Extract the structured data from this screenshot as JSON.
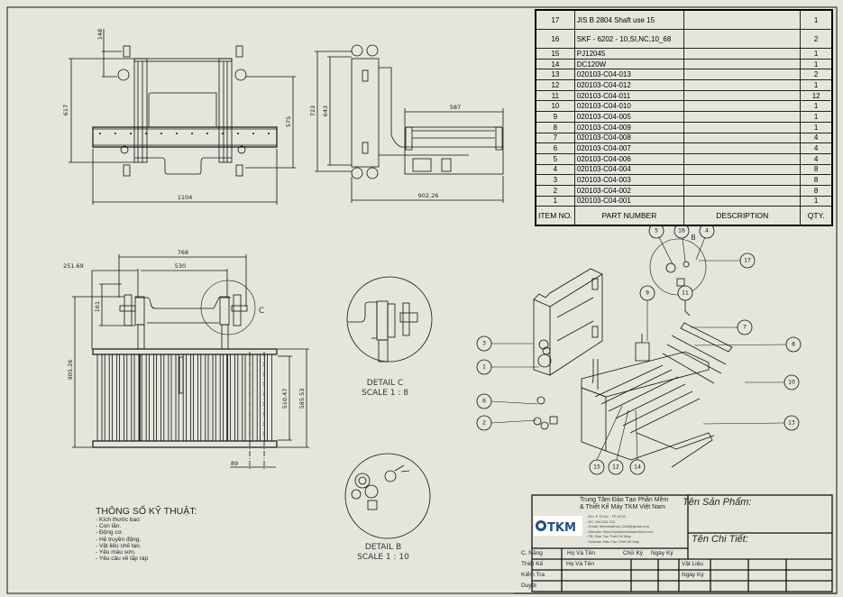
{
  "bom": {
    "headers": {
      "item": "ITEM NO.",
      "part": "PART NUMBER",
      "description": "DESCRIPTION",
      "qty": "QTY."
    },
    "rows": [
      {
        "item": "17",
        "part": "JIS B 2804 Shaft use 15",
        "description": "",
        "qty": "1"
      },
      {
        "item": "16",
        "part": "SKF - 6202 - 10,SI,NC,10_68",
        "description": "",
        "qty": "2"
      },
      {
        "item": "15",
        "part": "PJ12045",
        "description": "",
        "qty": "1"
      },
      {
        "item": "14",
        "part": "DC120W",
        "description": "",
        "qty": "1"
      },
      {
        "item": "13",
        "part": "020103-C04-013",
        "description": "",
        "qty": "2"
      },
      {
        "item": "12",
        "part": "020103-C04-012",
        "description": "",
        "qty": "1"
      },
      {
        "item": "11",
        "part": "020103-C04-011",
        "description": "",
        "qty": "12"
      },
      {
        "item": "10",
        "part": "020103-C04-010",
        "description": "",
        "qty": "1"
      },
      {
        "item": "9",
        "part": "020103-C04-005",
        "description": "",
        "qty": "1"
      },
      {
        "item": "8",
        "part": "020103-C04-009",
        "description": "",
        "qty": "1"
      },
      {
        "item": "7",
        "part": "020103-C04-008",
        "description": "",
        "qty": "4"
      },
      {
        "item": "6",
        "part": "020103-C04-007",
        "description": "",
        "qty": "4"
      },
      {
        "item": "5",
        "part": "020103-C04-006",
        "description": "",
        "qty": "4"
      },
      {
        "item": "4",
        "part": "020103-C04-004",
        "description": "",
        "qty": "8"
      },
      {
        "item": "3",
        "part": "020103-C04-003",
        "description": "",
        "qty": "8"
      },
      {
        "item": "2",
        "part": "020103-C04-002",
        "description": "",
        "qty": "8"
      },
      {
        "item": "1",
        "part": "020103-C04-001",
        "description": "",
        "qty": "1"
      }
    ]
  },
  "dimensions": {
    "front": {
      "width": "1104",
      "height": "617",
      "offset": "148",
      "inner": "575"
    },
    "side": {
      "height": "723",
      "inner": "643",
      "tray": "587",
      "width": "902.26"
    },
    "top": {
      "span": "768",
      "inner": "530",
      "offset": "251.69",
      "mech": "161",
      "length": "905.26",
      "rollers": "510.47",
      "frame": "585.53",
      "pitch": "89"
    }
  },
  "details": {
    "c": {
      "marker": "C",
      "title": "DETAIL C",
      "scale": "SCALE 1 : 8"
    },
    "b": {
      "marker": "B",
      "title": "DETAIL B",
      "scale": "SCALE 1 : 10"
    }
  },
  "balloons": [
    "1",
    "2",
    "3",
    "4",
    "5",
    "6",
    "7",
    "8",
    "9",
    "10",
    "11",
    "12",
    "13",
    "14",
    "15",
    "16",
    "17"
  ],
  "notes": {
    "title": "THÔNG SỐ KỸ THUẬT:",
    "items": [
      "- Kích thước bao:",
      "- Con lăn.",
      "- Động cơ.",
      "- Hệ truyền động.",
      "- Vật liệu chế tạo.",
      "- Yêu màu sơn.",
      "- Yêu cầu về lắp ráp"
    ]
  },
  "title_block": {
    "company_line1": "Trung Tâm Đào Tạo Phần Mềm",
    "company_line2": "& Thiết Kế Máy TKM Việt Nam",
    "logo": "TKM",
    "contact": [
      "- Đ/c: P. Dĩ An - TP HCM.",
      "- ĐT: 034.303.193.",
      "- Gmail: tkmnmaithos.12a5@gmail.com",
      "- Website: https://solidworkstutorialvn.com",
      "- FB: Đào Tạo Thiết Kế Máy.",
      "- Youtube: Đào Tạo Thiết Kế Máy."
    ],
    "product_label": "Tên Sản Phẩm:",
    "part_label": "Tên Chi Tiết:",
    "row_function": "C. Năng",
    "col_name": "Họ Và Tên",
    "col_signature": "Chữ Ký",
    "col_date": "Ngày Ký",
    "row_design": "Thiết Kế",
    "design_name": "Họ Và Tên",
    "row_check": "Kiểm Tra",
    "row_approve": "Duyệt",
    "material_label": "Vật Liệu",
    "date_label": "Ngày Ký"
  }
}
